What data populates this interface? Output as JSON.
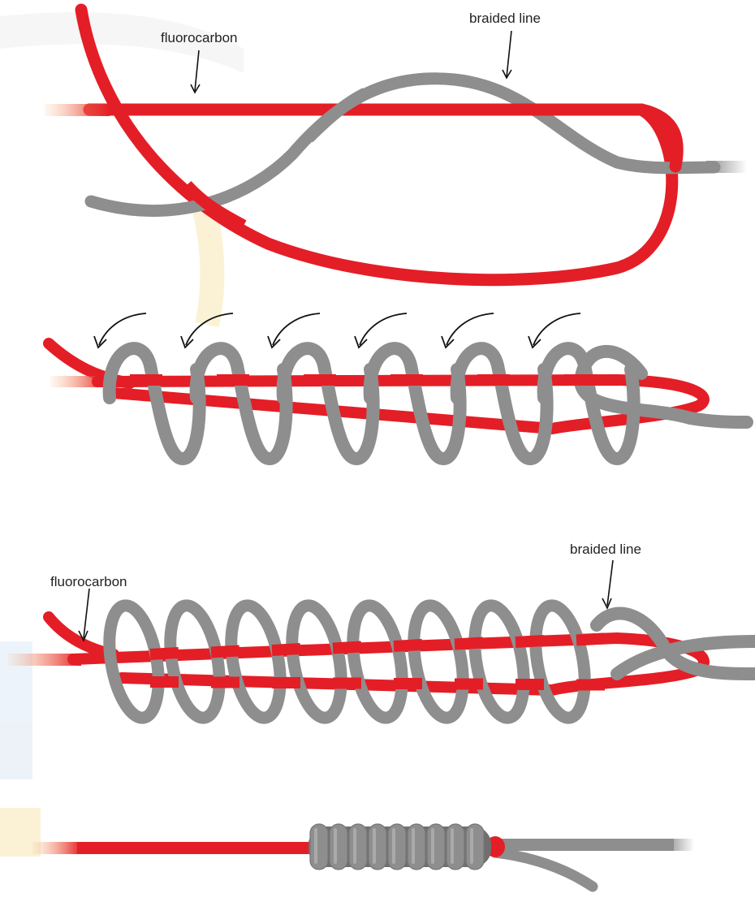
{
  "colors": {
    "fluorocarbon": "#e41e26",
    "fluorocarbon_dark": "#b8141b",
    "braid": "#8e8e8e",
    "braid_dark": "#6f6f6f",
    "braid_light": "#b3b3b3",
    "watermark_yellow": "#f7e7b5",
    "watermark_blue": "#dfe9f5"
  },
  "step1": {
    "fluorocarbon_label": "fluorocarbon",
    "braid_label": "braided line"
  },
  "step2": {
    "arrows": 6,
    "wraps": 6
  },
  "step3": {
    "fluorocarbon_label": "fluorocarbon",
    "braid_label": "braided line",
    "wraps": 8
  },
  "step4": {
    "coils": 9
  }
}
